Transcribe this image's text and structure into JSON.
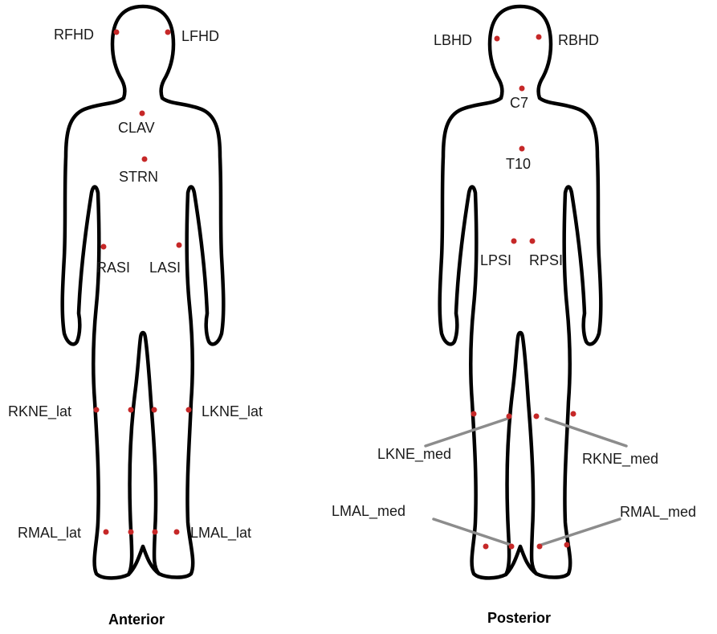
{
  "colors": {
    "marker": "#c62828",
    "outline": "#000000",
    "leader": "#8c8c8c",
    "background": "#ffffff"
  },
  "anterior": {
    "caption": "Anterior",
    "markers": {
      "RFHD": "RFHD",
      "LFHD": "LFHD",
      "CLAV": "CLAV",
      "STRN": "STRN",
      "RASI": "RASI",
      "LASI": "LASI",
      "RKNE_lat": "RKNE_lat",
      "LKNE_lat": "LKNE_lat",
      "RMAL_lat": "RMAL_lat",
      "LMAL_lat": "LMAL_lat"
    }
  },
  "posterior": {
    "caption": "Posterior",
    "markers": {
      "LBHD": "LBHD",
      "RBHD": "RBHD",
      "C7": "C7",
      "T10": "T10",
      "LPSI": "LPSI",
      "RPSI": "RPSI",
      "LKNE_med": "LKNE_med",
      "RKNE_med": "RKNE_med",
      "LMAL_med": "LMAL_med",
      "RMAL_med": "RMAL_med"
    }
  }
}
